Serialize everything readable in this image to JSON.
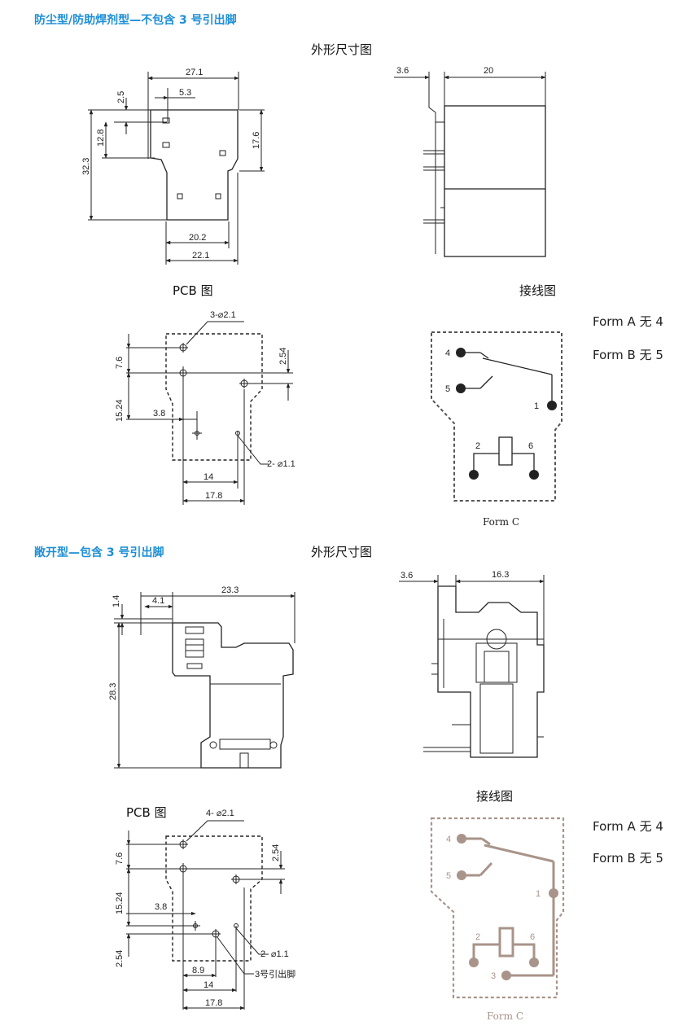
{
  "sec1": {
    "heading": "防尘型/防助焊剂型—不包含 3 号引出脚",
    "outline_title": "外形尺寸图",
    "pcb_title": "PCB 图",
    "wiring_title": "接线图",
    "form_a": "Form A  无  4",
    "form_b": "Form B  无  5",
    "form_c": "Form C",
    "dims": {
      "d27_1": "27.1",
      "d5_3": "5.3",
      "d2_5": "2.5",
      "d12_8": "12.8",
      "d32_3": "32.3",
      "d17_6": "17.6",
      "d20_2": "20.2",
      "d22_1": "22.1",
      "d3_6": "3.6",
      "d20": "20",
      "holes3": "3-⌀2.1",
      "d7_6": "7.6",
      "d2_54": "2.54",
      "d15_24": "15.24",
      "d3_8": "3.8",
      "holes2": "2- ⌀1.1",
      "d14": "14",
      "d17_8": "17.8"
    },
    "pins": {
      "p4": "4",
      "p5": "5",
      "p1": "1",
      "p2": "2",
      "p6": "6"
    }
  },
  "sec2": {
    "heading": "敞开型—包含 3 号引出脚",
    "outline_title": "外形尺寸图",
    "pcb_title": "PCB 图",
    "wiring_title": "接线图",
    "form_a": "Form A  无  4",
    "form_b": "Form B  无  5",
    "form_c": "Form C",
    "dims": {
      "d23_3": "23.3",
      "d4_1": "4.1",
      "d1_4": "1.4",
      "d28_3": "28.3",
      "d3_6": "3.6",
      "d16_3": "16.3",
      "holes4": "4- ⌀2.1",
      "d7_6": "7.6",
      "d2_54a": "2.54",
      "d15_24": "15.24",
      "d3_8": "3.8",
      "d2_54b": "2.54",
      "holes2": "2- ⌀1.1",
      "pin3": "3号引出脚",
      "d8_9": "8.9",
      "d14": "14",
      "d17_8": "17.8"
    },
    "pins": {
      "p4": "4",
      "p5": "5",
      "p1": "1",
      "p2": "2",
      "p6": "6",
      "p3": "3"
    }
  },
  "colors": {
    "heading": "#1d8fd6",
    "wiring2": "#a8948a",
    "line": "#222222"
  }
}
